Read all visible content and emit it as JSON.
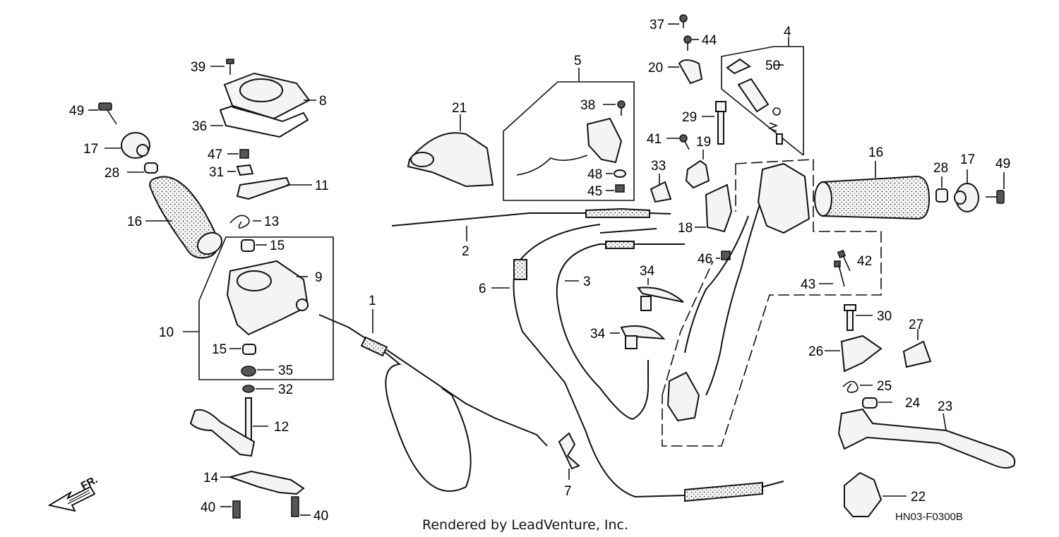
{
  "callouts": {
    "c1": "1",
    "c2": "2",
    "c3": "3",
    "c4": "4",
    "c5": "5",
    "c6": "6",
    "c7": "7",
    "c8": "8",
    "c9": "9",
    "c10": "10",
    "c11": "11",
    "c12": "12",
    "c13": "13",
    "c14": "14",
    "c15a": "15",
    "c15b": "15",
    "c16a": "16",
    "c16b": "16",
    "c17a": "17",
    "c17b": "17",
    "c18": "18",
    "c19": "19",
    "c20": "20",
    "c21": "21",
    "c22": "22",
    "c23": "23",
    "c24": "24",
    "c25": "25",
    "c26": "26",
    "c27": "27",
    "c28a": "28",
    "c28b": "28",
    "c29": "29",
    "c30": "30",
    "c31": "31",
    "c32": "32",
    "c33": "33",
    "c34a": "34",
    "c34b": "34",
    "c35": "35",
    "c36": "36",
    "c37": "37",
    "c38": "38",
    "c39": "39",
    "c40a": "40",
    "c40b": "40",
    "c41": "41",
    "c42": "42",
    "c43": "43",
    "c44": "44",
    "c45": "45",
    "c46": "46",
    "c47": "47",
    "c48": "48",
    "c49a": "49",
    "c49b": "49",
    "c50": "50"
  },
  "direction_marker": "FR.",
  "footer_credit": "Rendered by LeadVenture, Inc.",
  "diagram_code": "HN03-F0300B"
}
